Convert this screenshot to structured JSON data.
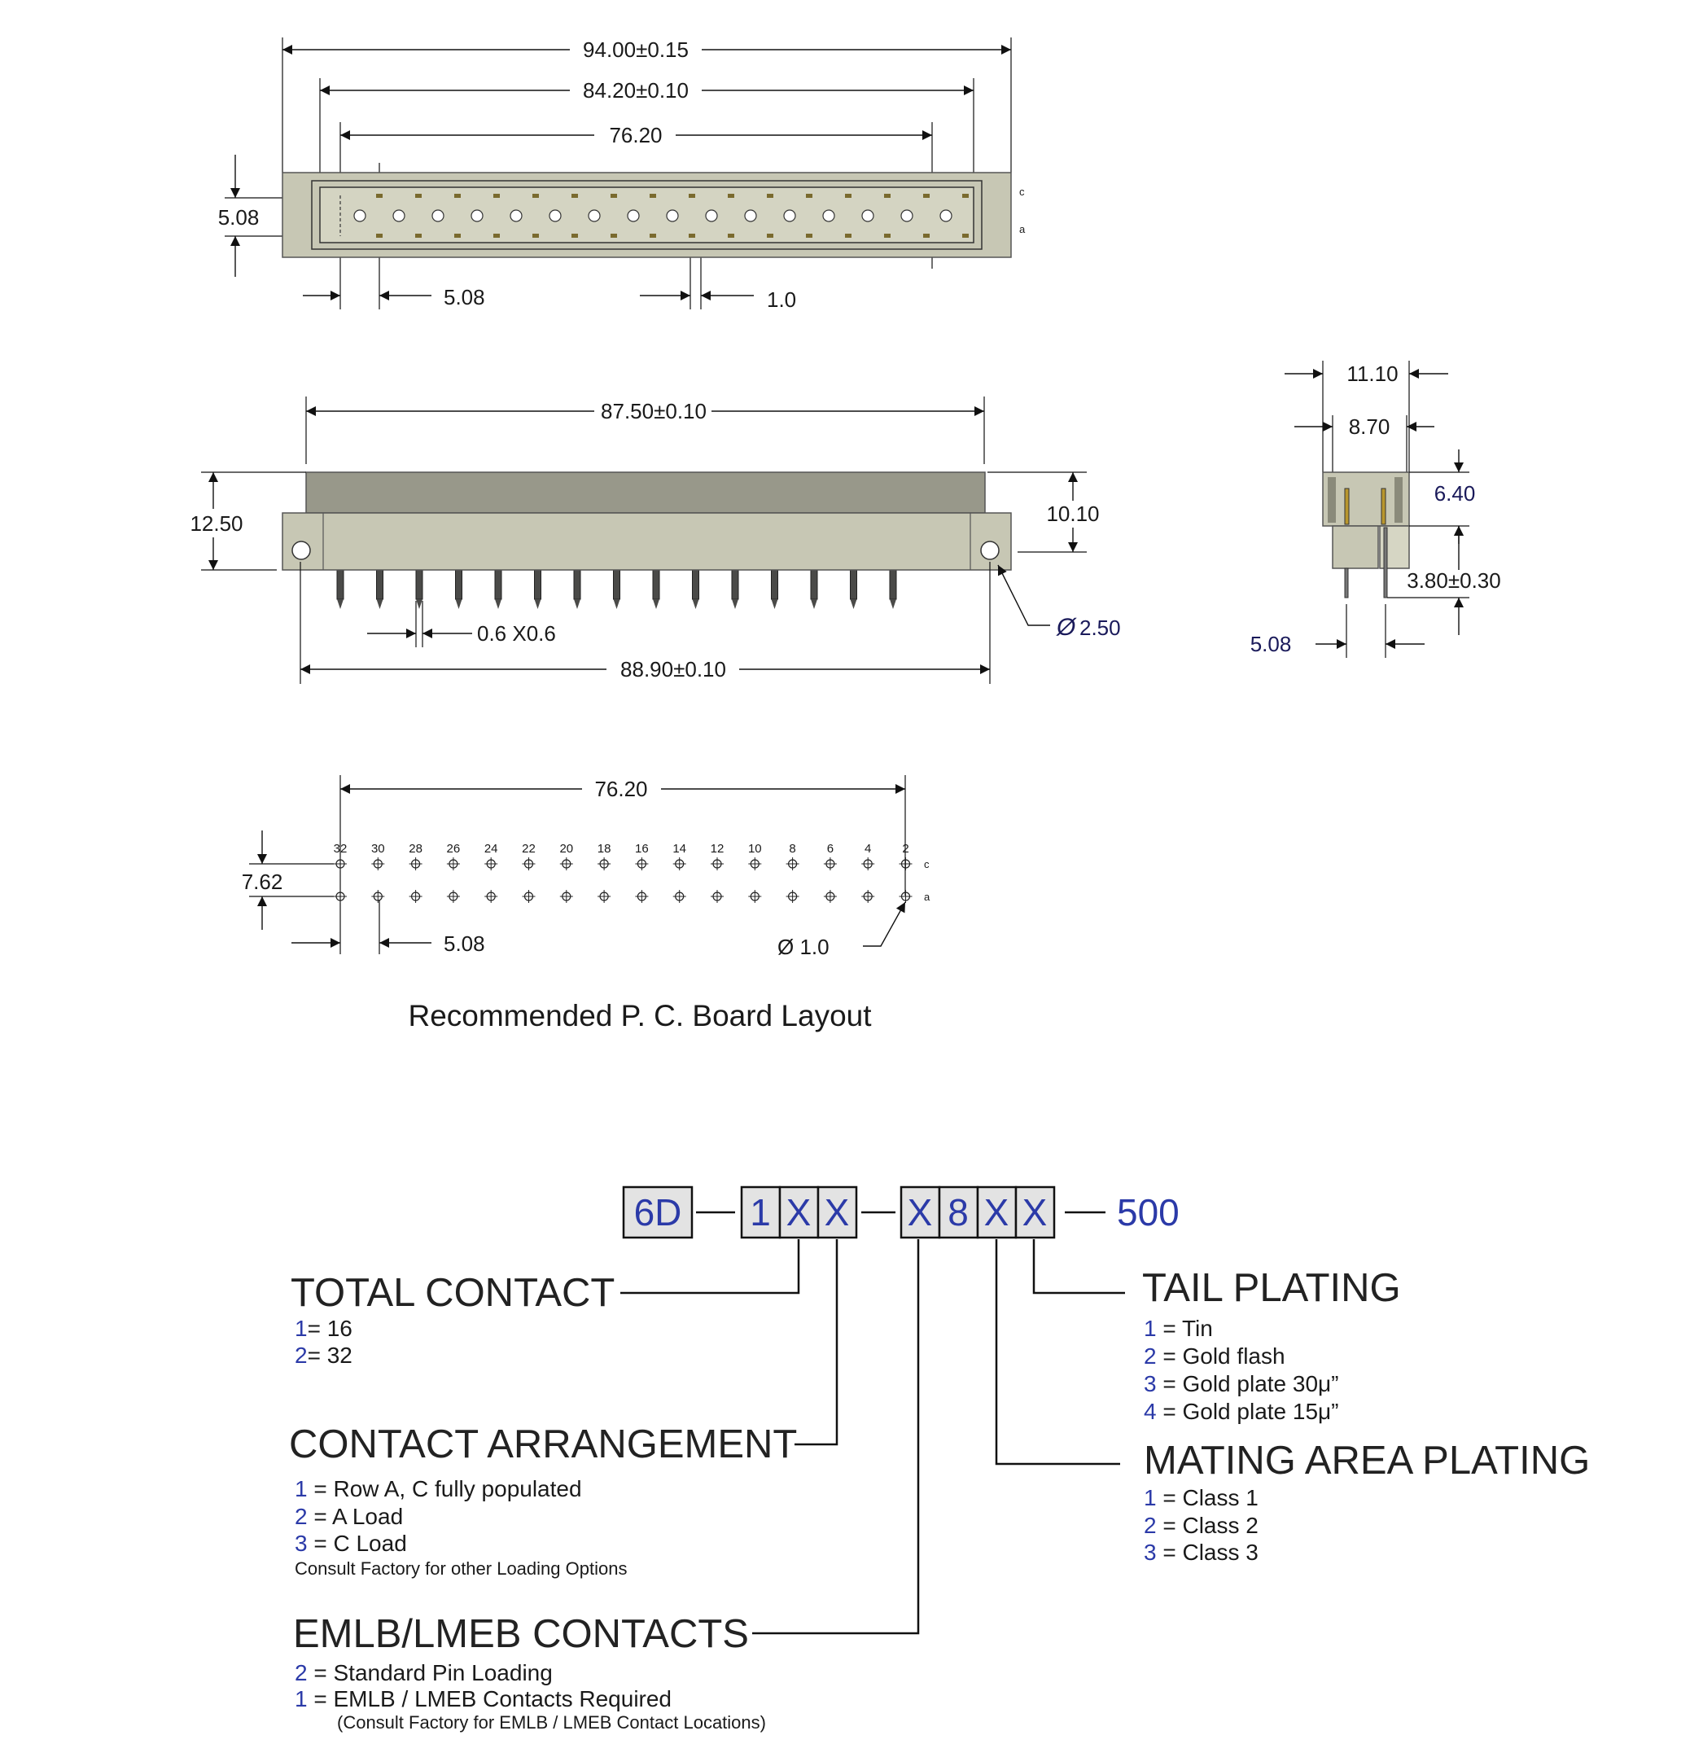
{
  "top_view": {
    "dims": [
      "94.00±0.15",
      "84.20±0.10",
      "76.20",
      "5.08",
      "5.08",
      "1.0"
    ],
    "rows": [
      "c",
      "a"
    ]
  },
  "front_view": {
    "dims": [
      "87.50±0.10",
      "12.50",
      "10.10",
      "0.6 X0.6",
      "88.90±0.10",
      "2.50"
    ],
    "diameter_symbol": "Ø"
  },
  "side_view": {
    "dims": [
      "11.10",
      "8.70",
      "6.40",
      "3.80±0.30",
      "5.08"
    ]
  },
  "pcb_layout": {
    "dims": [
      "76.20",
      "7.62",
      "5.08",
      "Ø 1.0"
    ],
    "pin_numbers": [
      "32",
      "30",
      "28",
      "26",
      "24",
      "22",
      "20",
      "18",
      "16",
      "14",
      "12",
      "10",
      "8",
      "6",
      "4",
      "2"
    ],
    "rows": [
      "c",
      "a"
    ],
    "title": "Recommended P. C. Board Layout"
  },
  "part_number": {
    "boxes": [
      "6D",
      "1",
      "X",
      "X",
      "X",
      "8",
      "X",
      "X"
    ],
    "suffix": "500",
    "dash": "—"
  },
  "options": {
    "total_contact": {
      "heading": "TOTAL CONTACT",
      "items": [
        {
          "num": "1",
          "text": "= 16"
        },
        {
          "num": "2",
          "text": "= 32"
        }
      ]
    },
    "contact_arrangement": {
      "heading": "CONTACT ARRANGEMENT",
      "items": [
        {
          "num": "1",
          "text": " = Row A, C fully populated"
        },
        {
          "num": "2",
          "text": " = A Load"
        },
        {
          "num": "3",
          "text": " = C Load"
        }
      ],
      "note": "Consult Factory for other Loading Options"
    },
    "emlb_contacts": {
      "heading": "EMLB/LMEB CONTACTS",
      "items": [
        {
          "num": "2",
          "text": " =  Standard Pin Loading"
        },
        {
          "num": "1",
          "text": " =  EMLB / LMEB Contacts Required"
        }
      ],
      "note": "(Consult Factory for EMLB / LMEB Contact Locations)"
    },
    "tail_plating": {
      "heading": "TAIL PLATING",
      "items": [
        {
          "num": "1",
          "text": " = Tin"
        },
        {
          "num": "2",
          "text": " = Gold flash"
        },
        {
          "num": "3",
          "text": " = Gold plate 30μ”"
        },
        {
          "num": "4",
          "text": " = Gold plate 15μ”"
        }
      ]
    },
    "mating_area_plating": {
      "heading": "MATING AREA PLATING",
      "items": [
        {
          "num": "1",
          "text": " = Class 1"
        },
        {
          "num": "2",
          "text": " = Class 2"
        },
        {
          "num": "3",
          "text": " = Class 3"
        }
      ]
    }
  },
  "colors": {
    "accent": "#2b3aa8",
    "connector_light": "#c7c7b4",
    "connector_dark": "#98988a",
    "pin_gold": "#b8962e"
  }
}
